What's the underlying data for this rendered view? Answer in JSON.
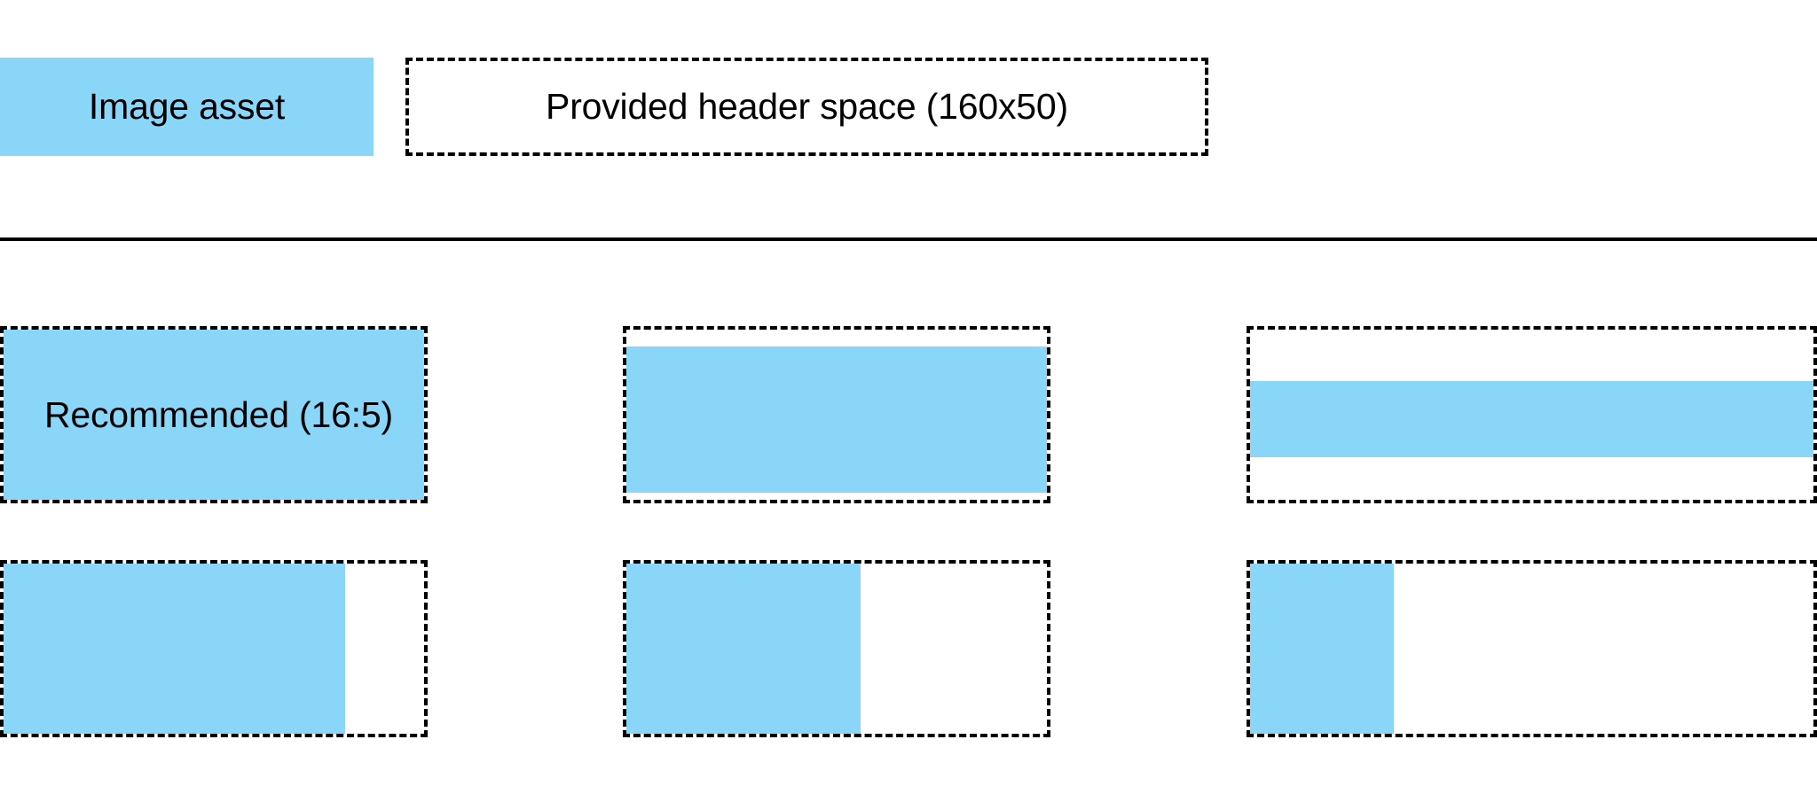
{
  "colors": {
    "asset_fill": "#89d6f8",
    "outline": "#000000",
    "background": "#ffffff"
  },
  "header": {
    "asset_swatch_label": "Image asset",
    "header_space_label": "Provided header space (160x50)"
  },
  "grid": {
    "rows": [
      {
        "cells": [
          {
            "caption": "Recommended (16:5)",
            "fill_mode": "full-bleed"
          },
          {
            "caption": "",
            "fill_mode": "inset-vertical"
          },
          {
            "caption": "",
            "fill_mode": "center-band"
          }
        ]
      },
      {
        "cells": [
          {
            "caption": "",
            "fill_mode": "left-80"
          },
          {
            "caption": "",
            "fill_mode": "left-55"
          },
          {
            "caption": "",
            "fill_mode": "left-25"
          }
        ]
      }
    ]
  }
}
